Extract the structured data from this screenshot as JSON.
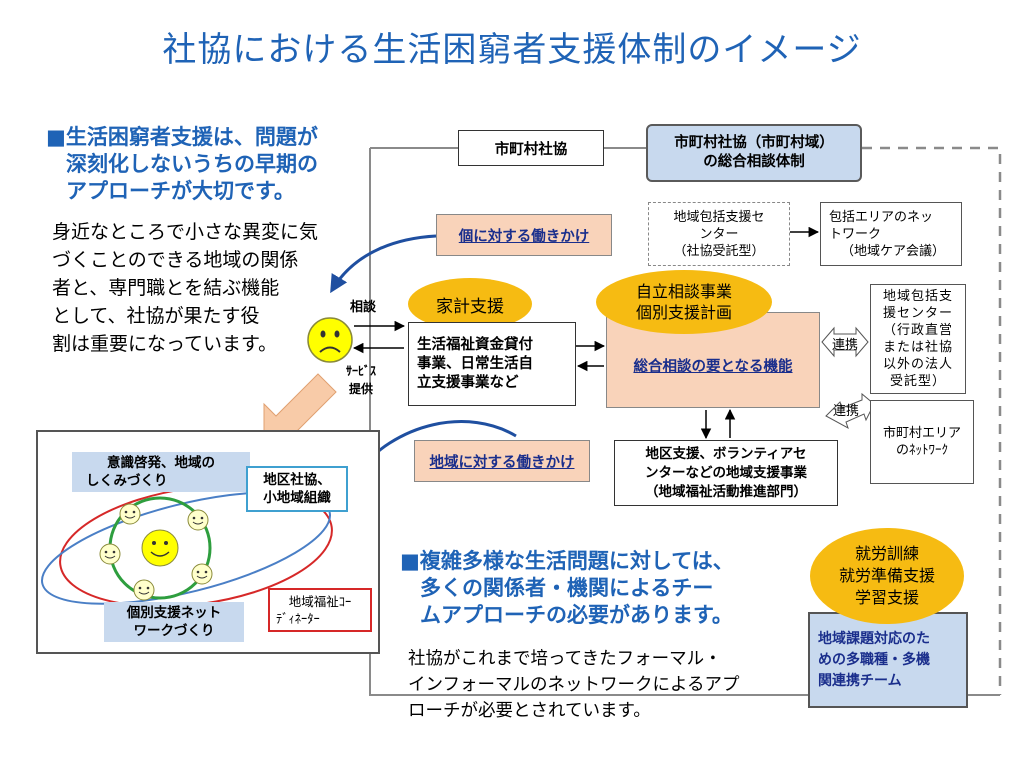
{
  "title": "社協における生活困窮者支援体制のイメージ",
  "section1": {
    "heading": [
      "■生活困窮者支援は、問題が",
      "深刻化しないうちの早期の",
      "アプローチが大切です。"
    ],
    "body": [
      "身近なところで小さな異変に気",
      "づくことのできる地域の関係",
      "者と、専門職とを結ぶ機能",
      "として、社協が果たす役",
      "割は重要になっています。"
    ]
  },
  "section2": {
    "heading": [
      "■複雑多様な生活問題に対しては、",
      "多くの関係者・機関によるチー",
      "ムアプローチの必要があります。"
    ],
    "body": [
      "社協がこれまで培ってきたフォーマル・",
      "インフォーマルのネットワークによるアプ",
      "ローチが必要とされています。"
    ]
  },
  "diagram": {
    "shikuchoson_shakyo": "市町村社協",
    "sogo_soudan": [
      "市町村社協（市町村域）",
      "の総合相談体制"
    ],
    "ko_hatarakikake": "個に対する働きかけ",
    "chiiki_hatarakikake": "地域に対する働きかけ",
    "chiiki_houkatsu_shakyo": [
      "地域包括支援セ",
      "ンター",
      "（社協受託型）"
    ],
    "houkatsu_area": [
      "包括エリアのネッ",
      "トワーク",
      "（地域ケア会議）"
    ],
    "kakei_shien": "家計支援",
    "jiritsu_soudan": [
      "自立相談事業",
      "個別支援計画"
    ],
    "soudan_label": "相談",
    "service_label": [
      "ｻｰﾋﾞｽ",
      "提供"
    ],
    "shikin_kashitsuke": [
      "生活福祉資金貸付",
      "事業、日常生活自",
      "立支援事業など"
    ],
    "sogo_kaname": "総合相談の要となる機能",
    "renkei1": "連携",
    "renkei2": "連携",
    "houkatsu_other": [
      "地域包括支",
      "援センター",
      "（行政直営",
      "または社協",
      "以外の法人",
      "受託型）"
    ],
    "shikuchoson_area": [
      "市町村エリア",
      "のﾈｯﾄﾜｰｸ"
    ],
    "chiku_shien": [
      "地区支援、ボランティアセ",
      "ンターなどの地域支援事業",
      "（地域福祉活動推進部門）"
    ],
    "ishiki_keihatsu": [
      "意識啓発、地域の",
      "しくみづくり"
    ],
    "chiku_shakyo": [
      "地区社協、",
      "小地域組織"
    ],
    "kobetsu_network": [
      "個別支援ネット",
      "ワークづくり"
    ],
    "coordinator": [
      "地域福祉ｺｰ",
      "ﾃﾞｨﾈｰﾀｰ"
    ],
    "shuro": [
      "就労訓練",
      "就労準備支援",
      "学習支援"
    ],
    "team": [
      "地域課題対応のた",
      "めの多職種・多機",
      "関連携チーム"
    ]
  },
  "colors": {
    "title_blue": "#1f63b6",
    "blue_box": "#c8d9ee",
    "peach_box": "#f9d3ba",
    "orange_oval": "#f6bb12",
    "dark_blue_arrow": "#1f4fa0",
    "smiley_yellow": "#ffff00"
  },
  "icons": [
    "sad-face-icon",
    "smiley-face-icon",
    "curved-arrow-icon",
    "down-arrow-icon"
  ]
}
